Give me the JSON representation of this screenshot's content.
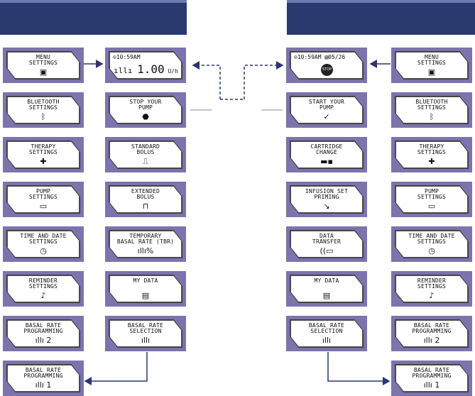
{
  "colors": {
    "header": "#2a3a6e",
    "tile": "#7d73ad",
    "arrow": "#2d3570"
  },
  "col1": [
    {
      "label": "MENU\nSETTINGS",
      "icon": "▣",
      "icon_name": "settings-icon"
    },
    {
      "label": "BLUETOOTH\nSETTINGS",
      "icon": "ᛒ",
      "icon_name": "bluetooth-icon"
    },
    {
      "label": "THERAPY\nSETTINGS",
      "icon": "✚",
      "icon_name": "therapy-icon"
    },
    {
      "label": "PUMP\nSETTINGS",
      "icon": "▭",
      "icon_name": "pump-icon"
    },
    {
      "label": "TIME AND DATE\nSETTINGS",
      "icon": "◷",
      "icon_name": "clock-icon"
    },
    {
      "label": "REMINDER\nSETTINGS",
      "icon": "♪",
      "icon_name": "bell-icon"
    },
    {
      "label": "BASAL RATE\nPROGRAMMING",
      "icon": "ıllı 2",
      "icon_name": "basal-rate-icon"
    },
    {
      "label": "BASAL RATE\nPROGRAMMING",
      "icon": "ıllı 1",
      "icon_name": "basal-rate-icon"
    }
  ],
  "col2": {
    "home": {
      "time": "⊙10:59AM",
      "rate": "1.00",
      "unit": "U/h",
      "icon": "ıllı"
    },
    "items": [
      {
        "label": "STOP YOUR\nPUMP",
        "icon": "⬣",
        "icon_name": "stop-icon"
      },
      {
        "label": "STANDARD\nBOLUS",
        "icon": "⎍",
        "icon_name": "standard-bolus-icon"
      },
      {
        "label": "EXTENDED\nBOLUS",
        "icon": "⊓",
        "icon_name": "extended-bolus-icon"
      },
      {
        "label": "TEMPORARY\nBASAL RATE (TBR)",
        "icon": "ıllı%",
        "icon_name": "tbr-icon"
      },
      {
        "label": "MY DATA",
        "icon": "▤",
        "icon_name": "my-data-icon"
      },
      {
        "label": "BASAL RATE\nSELECTION",
        "icon": "ıllı",
        "icon_name": "basal-rate-icon"
      }
    ]
  },
  "col3": {
    "home": {
      "time": "⊙10:59AM ▤05/26",
      "icon": "STOP"
    },
    "items": [
      {
        "label": "START YOUR\nPUMP",
        "icon": "✓",
        "icon_name": "checkmark-icon"
      },
      {
        "label": "CARTRIDGE\nCHANGE",
        "icon": "▬▪",
        "icon_name": "cartridge-icon"
      },
      {
        "label": "INFUSION SET\nPRIMING",
        "icon": "↘",
        "icon_name": "infusion-icon"
      },
      {
        "label": "DATA\nTRANSFER",
        "icon": "((▭",
        "icon_name": "data-transfer-icon"
      },
      {
        "label": "MY DATA",
        "icon": "▤",
        "icon_name": "my-data-icon"
      },
      {
        "label": "BASAL RATE\nSELECTION",
        "icon": "ıllı",
        "icon_name": "basal-rate-icon"
      }
    ]
  },
  "col4": [
    {
      "label": "MENU\nSETTINGS",
      "icon": "▣",
      "icon_name": "settings-icon"
    },
    {
      "label": "BLUETOOTH\nSETTINGS",
      "icon": "ᛒ",
      "icon_name": "bluetooth-icon"
    },
    {
      "label": "THERAPY\nSETTINGS",
      "icon": "✚",
      "icon_name": "therapy-icon"
    },
    {
      "label": "PUMP\nSETTINGS",
      "icon": "▭",
      "icon_name": "pump-icon"
    },
    {
      "label": "TIME AND DATE\nSETTINGS",
      "icon": "◷",
      "icon_name": "clock-icon"
    },
    {
      "label": "REMINDER\nSETTINGS",
      "icon": "♪",
      "icon_name": "bell-icon"
    },
    {
      "label": "BASAL RATE\nPROGRAMMING",
      "icon": "ıllı 2",
      "icon_name": "basal-rate-icon"
    },
    {
      "label": "BASAL RATE\nPROGRAMMING",
      "icon": "ıllı 1",
      "icon_name": "basal-rate-icon"
    }
  ]
}
